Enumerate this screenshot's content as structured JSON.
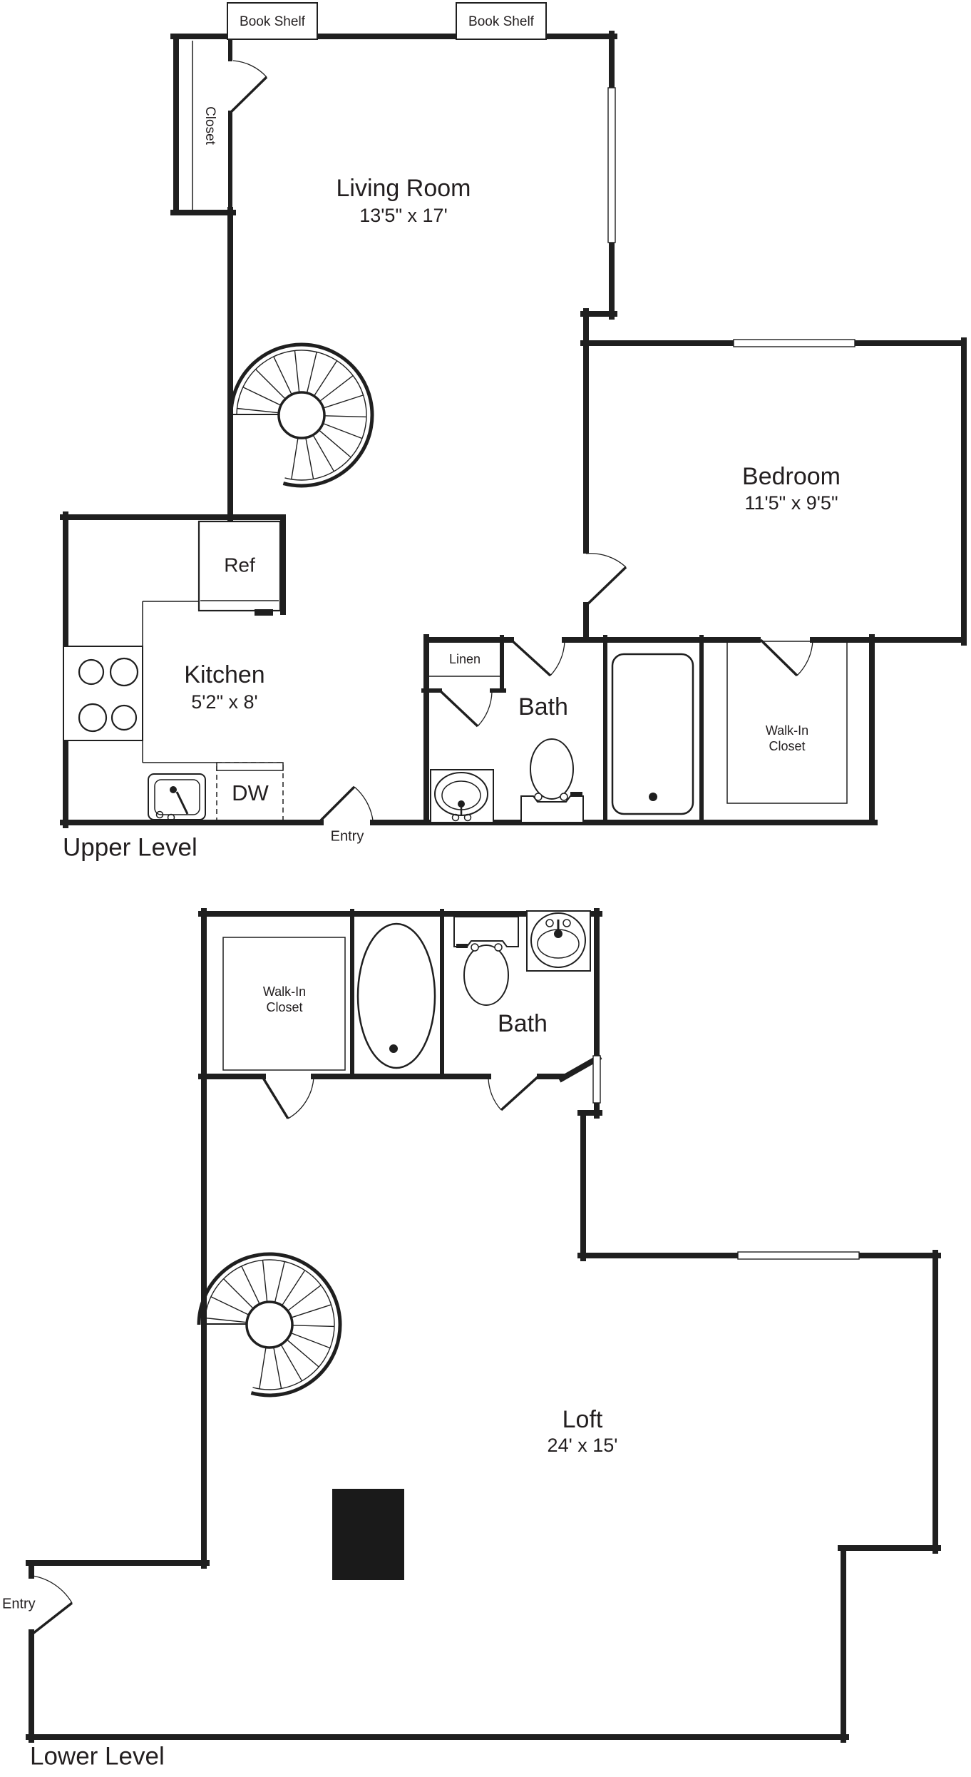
{
  "colors": {
    "wall": "#1f1f1f",
    "background": "#ffffff",
    "text": "#231f20",
    "fill_block": "#1a1a1a"
  },
  "upper_level": {
    "title": "Upper Level",
    "book_shelf_left": "Book Shelf",
    "book_shelf_right": "Book Shelf",
    "closet": "Closet",
    "living_room": {
      "name": "Living Room",
      "dims": "13'5\" x 17'"
    },
    "bedroom": {
      "name": "Bedroom",
      "dims": "11'5\" x 9'5\""
    },
    "kitchen": {
      "name": "Kitchen",
      "dims": "5'2\" x 8'"
    },
    "ref": "Ref",
    "dw": "DW",
    "linen": "Linen",
    "bath": "Bath",
    "walk_in_closet": {
      "line1": "Walk-In",
      "line2": "Closet"
    },
    "entry": "Entry"
  },
  "lower_level": {
    "title": "Lower Level",
    "walk_in_closet": {
      "line1": "Walk-In",
      "line2": "Closet"
    },
    "bath": "Bath",
    "loft": {
      "name": "Loft",
      "dims": "24' x 15'"
    },
    "entry": "Entry"
  }
}
